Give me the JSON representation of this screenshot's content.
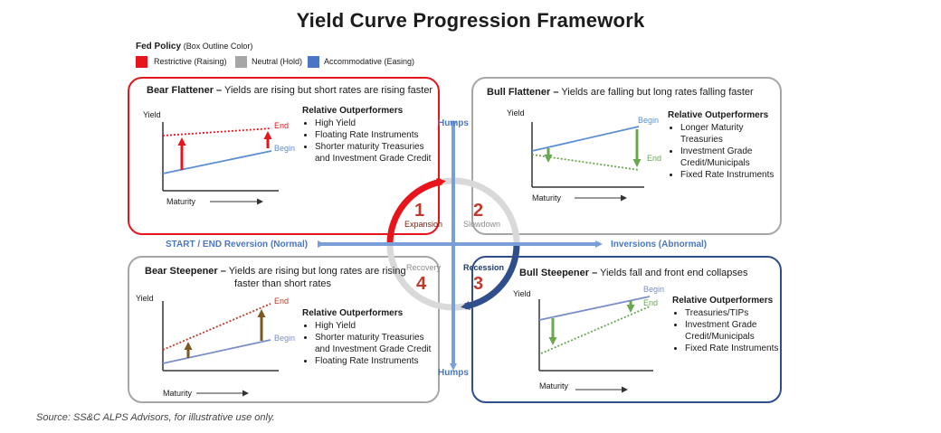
{
  "title": "Yield Curve Progression Framework",
  "legend": {
    "title": "Fed Policy",
    "subtitle": "(Box Outline Color)",
    "items": [
      {
        "label": "Restrictive (Raising)",
        "color": "#e8141c"
      },
      {
        "label": "Neutral (Hold)",
        "color": "#a6a6a6"
      },
      {
        "label": "Accommodative (Easing)",
        "color": "#4a76c6"
      }
    ]
  },
  "quadrants": {
    "bear_flattener": {
      "name": "Bear Flattener –",
      "desc": "Yields are rising but short rates are rising faster",
      "outperformers_title": "Relative Outperformers",
      "outperformers": [
        "High Yield",
        "Floating Rate Instruments",
        "Shorter maturity Treasuries and Investment Grade Credit"
      ],
      "y_label": "Yield",
      "x_label": "Maturity",
      "end_label": "End",
      "begin_label": "Begin"
    },
    "bull_flattener": {
      "name": "Bull Flattener –",
      "desc": "Yields are falling but long rates falling faster",
      "outperformers_title": "Relative Outperformers",
      "outperformers": [
        "Longer Maturity Treasuries",
        "Investment Grade Credit/Municipals",
        "Fixed Rate Instruments"
      ],
      "y_label": "Yield",
      "x_label": "Maturity",
      "end_label": "End",
      "begin_label": "Begin"
    },
    "bear_steepener": {
      "name": "Bear Steepener –",
      "desc_line1": "Yields are rising but long rates are rising",
      "desc_line2": "faster than short rates",
      "outperformers_title": "Relative Outperformers",
      "outperformers": [
        "High Yield",
        "Shorter maturity Treasuries and Investment Grade Credit",
        "Floating Rate Instruments"
      ],
      "y_label": "Yield",
      "x_label": "Maturity",
      "end_label": "End",
      "begin_label": "Begin"
    },
    "bull_steepener": {
      "name": "Bull Steepener –",
      "desc": "Yields fall and front end collapses",
      "outperformers_title": "Relative Outperformers",
      "outperformers": [
        "Treasuries/TIPs",
        "Investment Grade Credit/Municipals",
        "Fixed Rate Instruments"
      ],
      "y_label": "Yield",
      "x_label": "Maturity",
      "end_label": "End",
      "begin_label": "Begin"
    }
  },
  "cycle": {
    "phases": [
      {
        "number": "1",
        "label": "Expansion"
      },
      {
        "number": "2",
        "label": "Slowdown"
      },
      {
        "number": "3",
        "label": "Recession"
      },
      {
        "number": "4",
        "label": "Recovery"
      }
    ]
  },
  "axes": {
    "humps_top": "Humps",
    "humps_bottom": "Humps",
    "left": "START / END Reversion (Normal)",
    "right": "Inversions (Abnormal)"
  },
  "source": "Source: SS&C ALPS Advisors, for illustrative use only."
}
